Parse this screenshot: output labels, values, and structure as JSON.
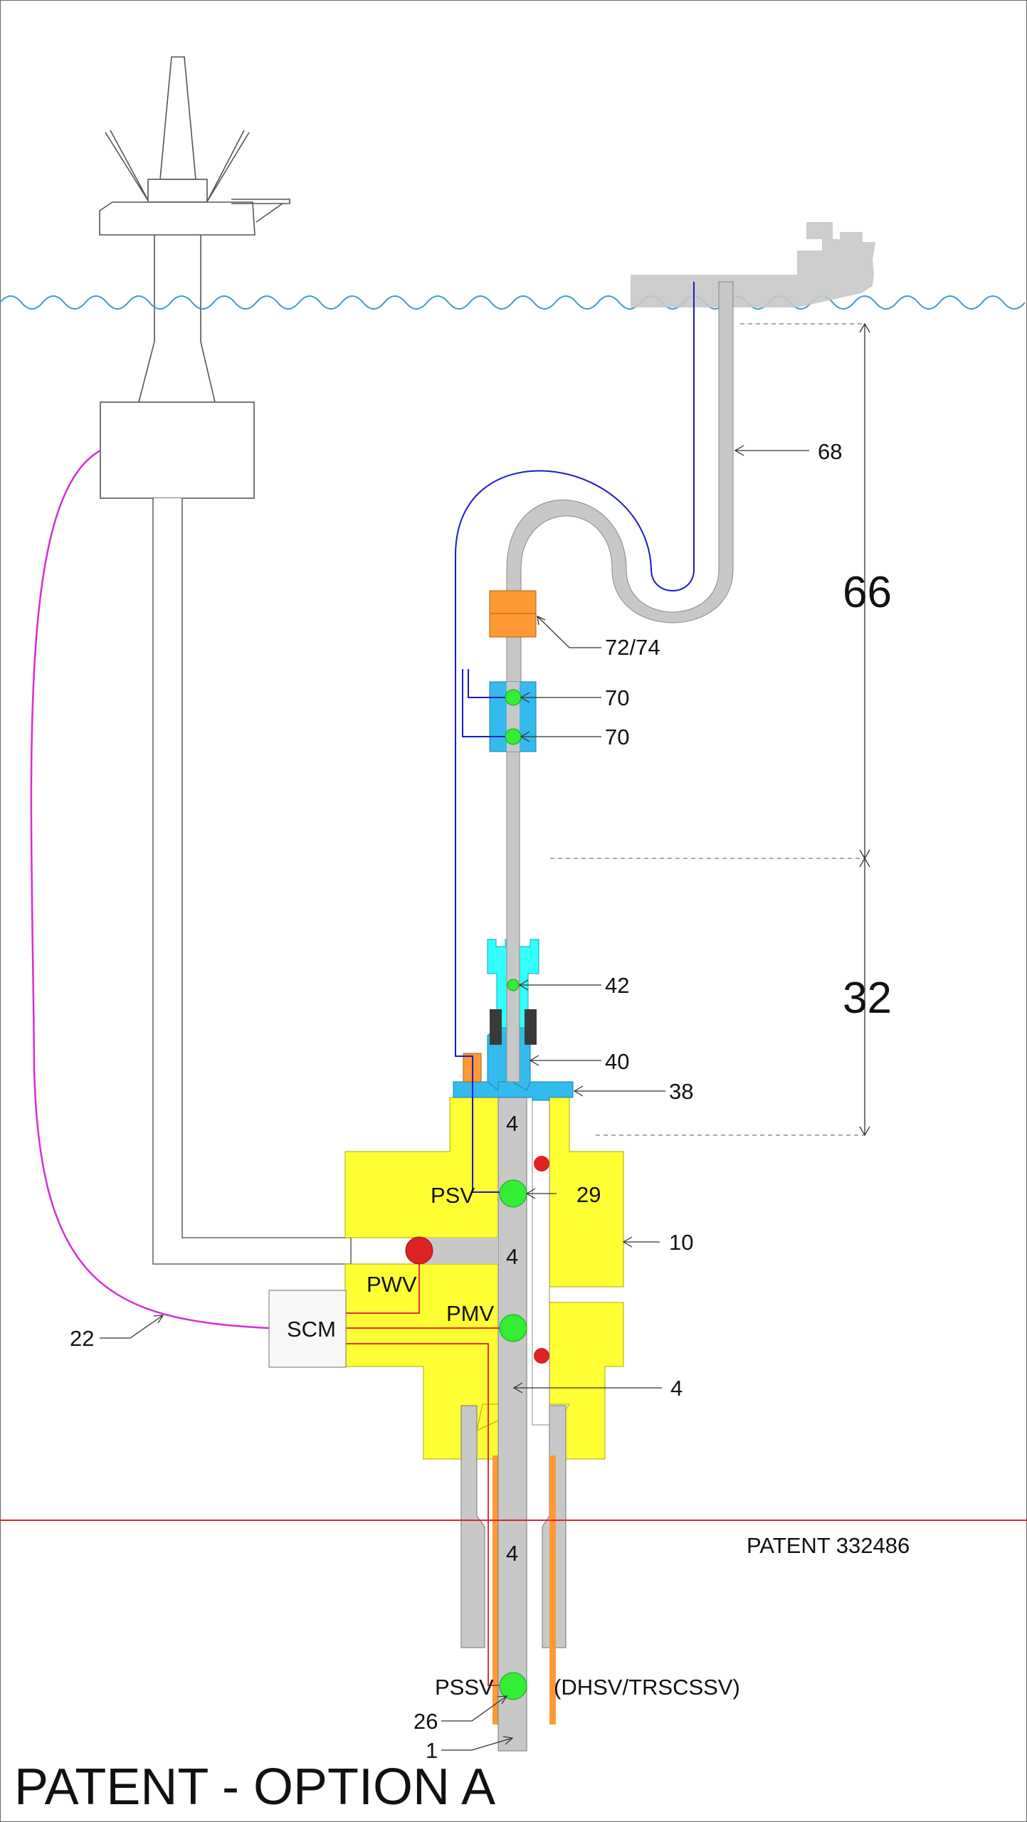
{
  "title": "PATENT - OPTION A",
  "patent_number": "PATENT 332486",
  "dimensions": {
    "upper": "66",
    "lower": "32"
  },
  "valves": {
    "psv": "PSV",
    "pwv": "PWV",
    "pmv": "PMV",
    "pssv": "PSSV",
    "pssv_alt": "(DHSV/TRSCSSV)"
  },
  "modules": {
    "scm": "SCM"
  },
  "bore_numbers": [
    "4",
    "4",
    "4"
  ],
  "reference_numerals": {
    "r68": "68",
    "r72_74": "72/74",
    "r70a": "70",
    "r70b": "70",
    "r42": "42",
    "r40": "40",
    "r38": "38",
    "r29": "29",
    "r10": "10",
    "r22": "22",
    "r4": "4",
    "r26": "26",
    "r1": "1"
  },
  "colors": {
    "sea": "#3b9bd6",
    "seabed": "#d9262a",
    "tree_body": "#ffff33",
    "tubing": "#c8c8c8",
    "hanger": "#ff9933",
    "connector": "#33bbee",
    "connector_light": "#33ffff",
    "valve_open": "#33ee33",
    "valve_closed": "#dd2222",
    "umbilical": "#d92bd9",
    "control_line": "#1a1acc",
    "hydraulic_line": "#e03040"
  }
}
